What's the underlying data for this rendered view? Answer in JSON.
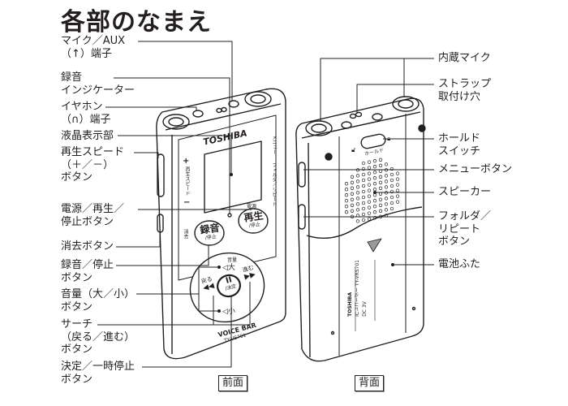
{
  "title": "各部のなまえ",
  "front": {
    "caption": "前面",
    "brand": "TOSHIBA",
    "model_brand": "VOICE BAR",
    "model": "TY-VS701",
    "labels": [
      "マイク／AUX\n（↑）端子",
      "録音\nインジケーター",
      "イヤホン\n（∩）端子",
      "液晶表示部",
      "再生スピード\n（＋／－）\nボタン",
      "電源／再生／\n停止ボタン",
      "消去ボタン",
      "録音／停止\nボタン",
      "音量（大／小）\nボタン",
      "サーチ\n（戻る／進む）\nボタン",
      "決定／一時停止\nボタン"
    ],
    "buttons": {
      "rec": "録音",
      "rec_sub": "/停止",
      "play": "再生",
      "play_sub": "/停止",
      "power": "電源",
      "erase": "消去",
      "pause": "II",
      "pause_sub": "/決定",
      "vol": "音量",
      "vol_up": "大",
      "vol_down": "小",
      "back": "戻る",
      "fwd": "進む",
      "speed": "再生スピード",
      "menu": "メニュー",
      "folder": "フォルダ／リピート"
    }
  },
  "back": {
    "caption": "背面",
    "hold": "ホールド",
    "label_lines": [
      "TOSHIBA",
      "ICレコーダー  TY-VRS701",
      "DC 3V"
    ],
    "labels": [
      "内蔵マイク",
      "ストラップ\n取付け穴",
      "ホールド\nスイッチ",
      "メニューボタン",
      "スピーカー",
      "フォルダ／\nリピート\nボタン",
      "電池ふた"
    ]
  }
}
